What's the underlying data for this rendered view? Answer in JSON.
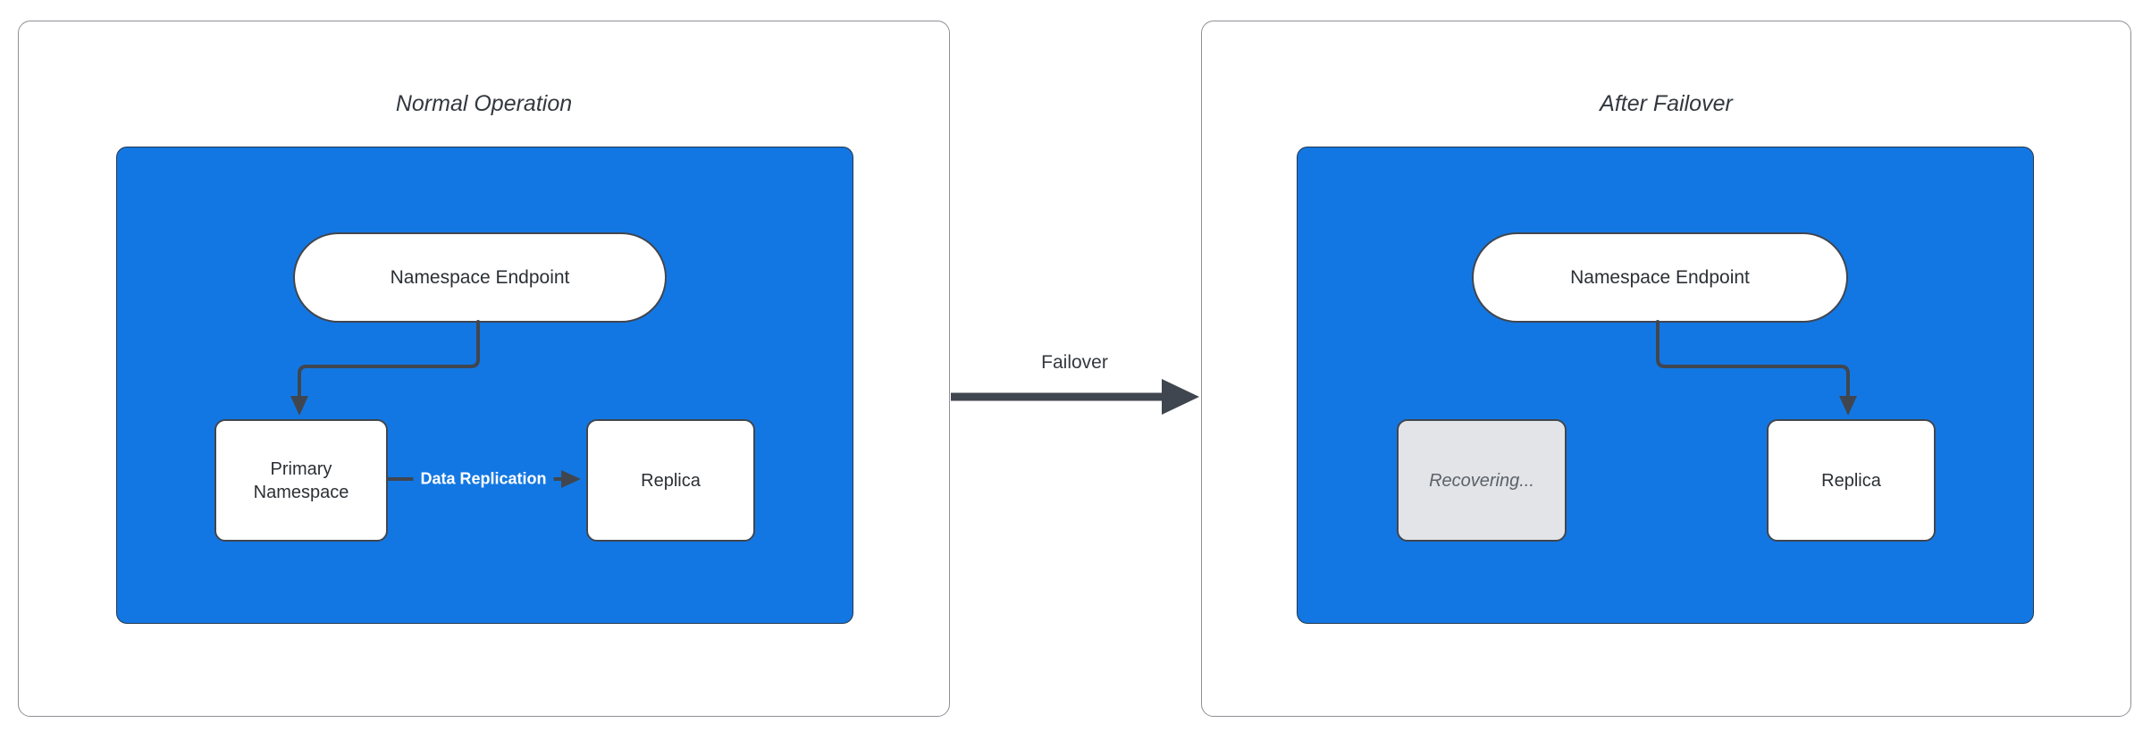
{
  "diagram": {
    "failover_arrow_label": "Failover",
    "panels": [
      {
        "title": "Normal Operation",
        "endpoint": "Namespace Endpoint",
        "primary": "Primary Namespace",
        "replica": "Replica",
        "replication_label": "Data Replication"
      },
      {
        "title": "After Failover",
        "endpoint": "Namespace Endpoint",
        "recovering": "Recovering...",
        "replica": "Replica"
      }
    ],
    "colors": {
      "blue": "#1377E3",
      "stroke": "#40464F",
      "node-border": "#40464F",
      "node-text": "#2B3035",
      "title-text": "#33383F",
      "recover-fill": "#E2E4E7",
      "recover-text": "#5C6269",
      "panel-border": "#8D9095"
    }
  }
}
